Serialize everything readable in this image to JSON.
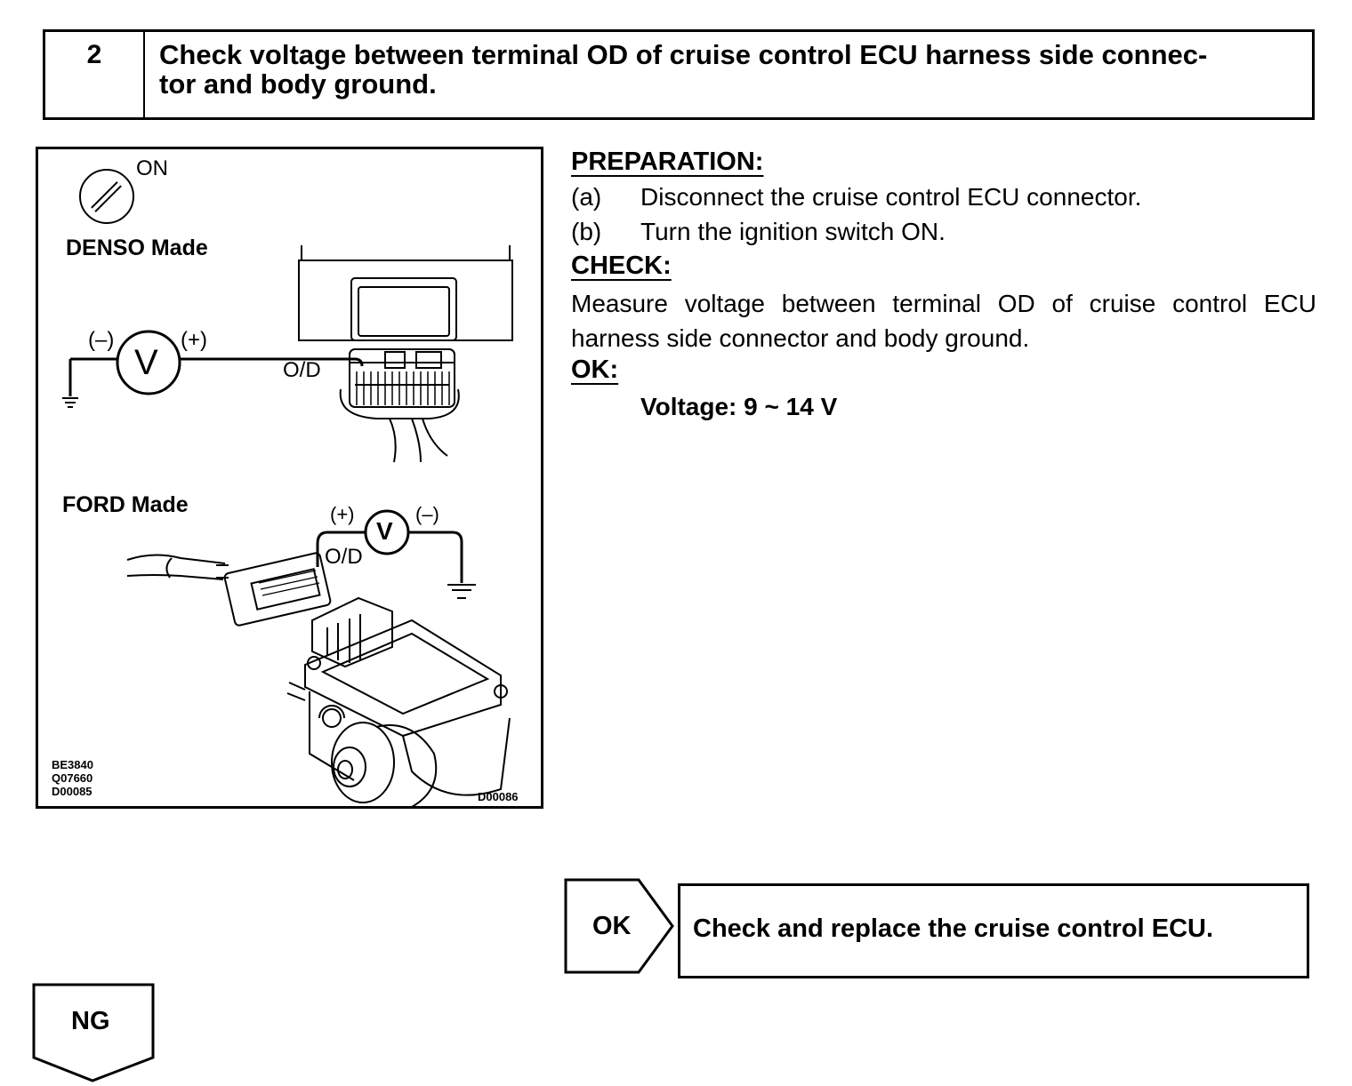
{
  "step": {
    "number": "2",
    "title": "Check voltage between terminal OD of cruise control ECU harness side connec-tor and body ground.",
    "title_line1": "Check voltage between terminal OD of cruise control ECU harness side connec-",
    "title_line2": "tor and body ground."
  },
  "figure": {
    "ignition_label": "ON",
    "denso_label": "DENSO Made",
    "ford_label": "FORD Made",
    "minus_label": "(–)",
    "plus_label": "(+)",
    "meter_symbol": "V",
    "od_label": "O/D",
    "codes_left": [
      "BE3840",
      "Q07660",
      "D00085"
    ],
    "code_right": "D00086"
  },
  "procedure": {
    "preparation_heading": "PREPARATION:",
    "steps": [
      {
        "label": "(a)",
        "text": "Disconnect the cruise control ECU connector."
      },
      {
        "label": "(b)",
        "text": "Turn the ignition switch ON."
      }
    ],
    "check_heading": "CHECK:",
    "check_text": "Measure voltage between terminal OD of cruise control ECU harness side connector and body ground.",
    "check_line1": "Measure voltage between terminal OD of cruise control ECU",
    "check_line2": "harness side connector and body ground.",
    "ok_heading": "OK:",
    "ok_spec": "Voltage: 9 ~ 14 V"
  },
  "results": {
    "ok_label": "OK",
    "ok_action": "Check and replace the cruise control ECU.",
    "ng_label": "NG"
  }
}
